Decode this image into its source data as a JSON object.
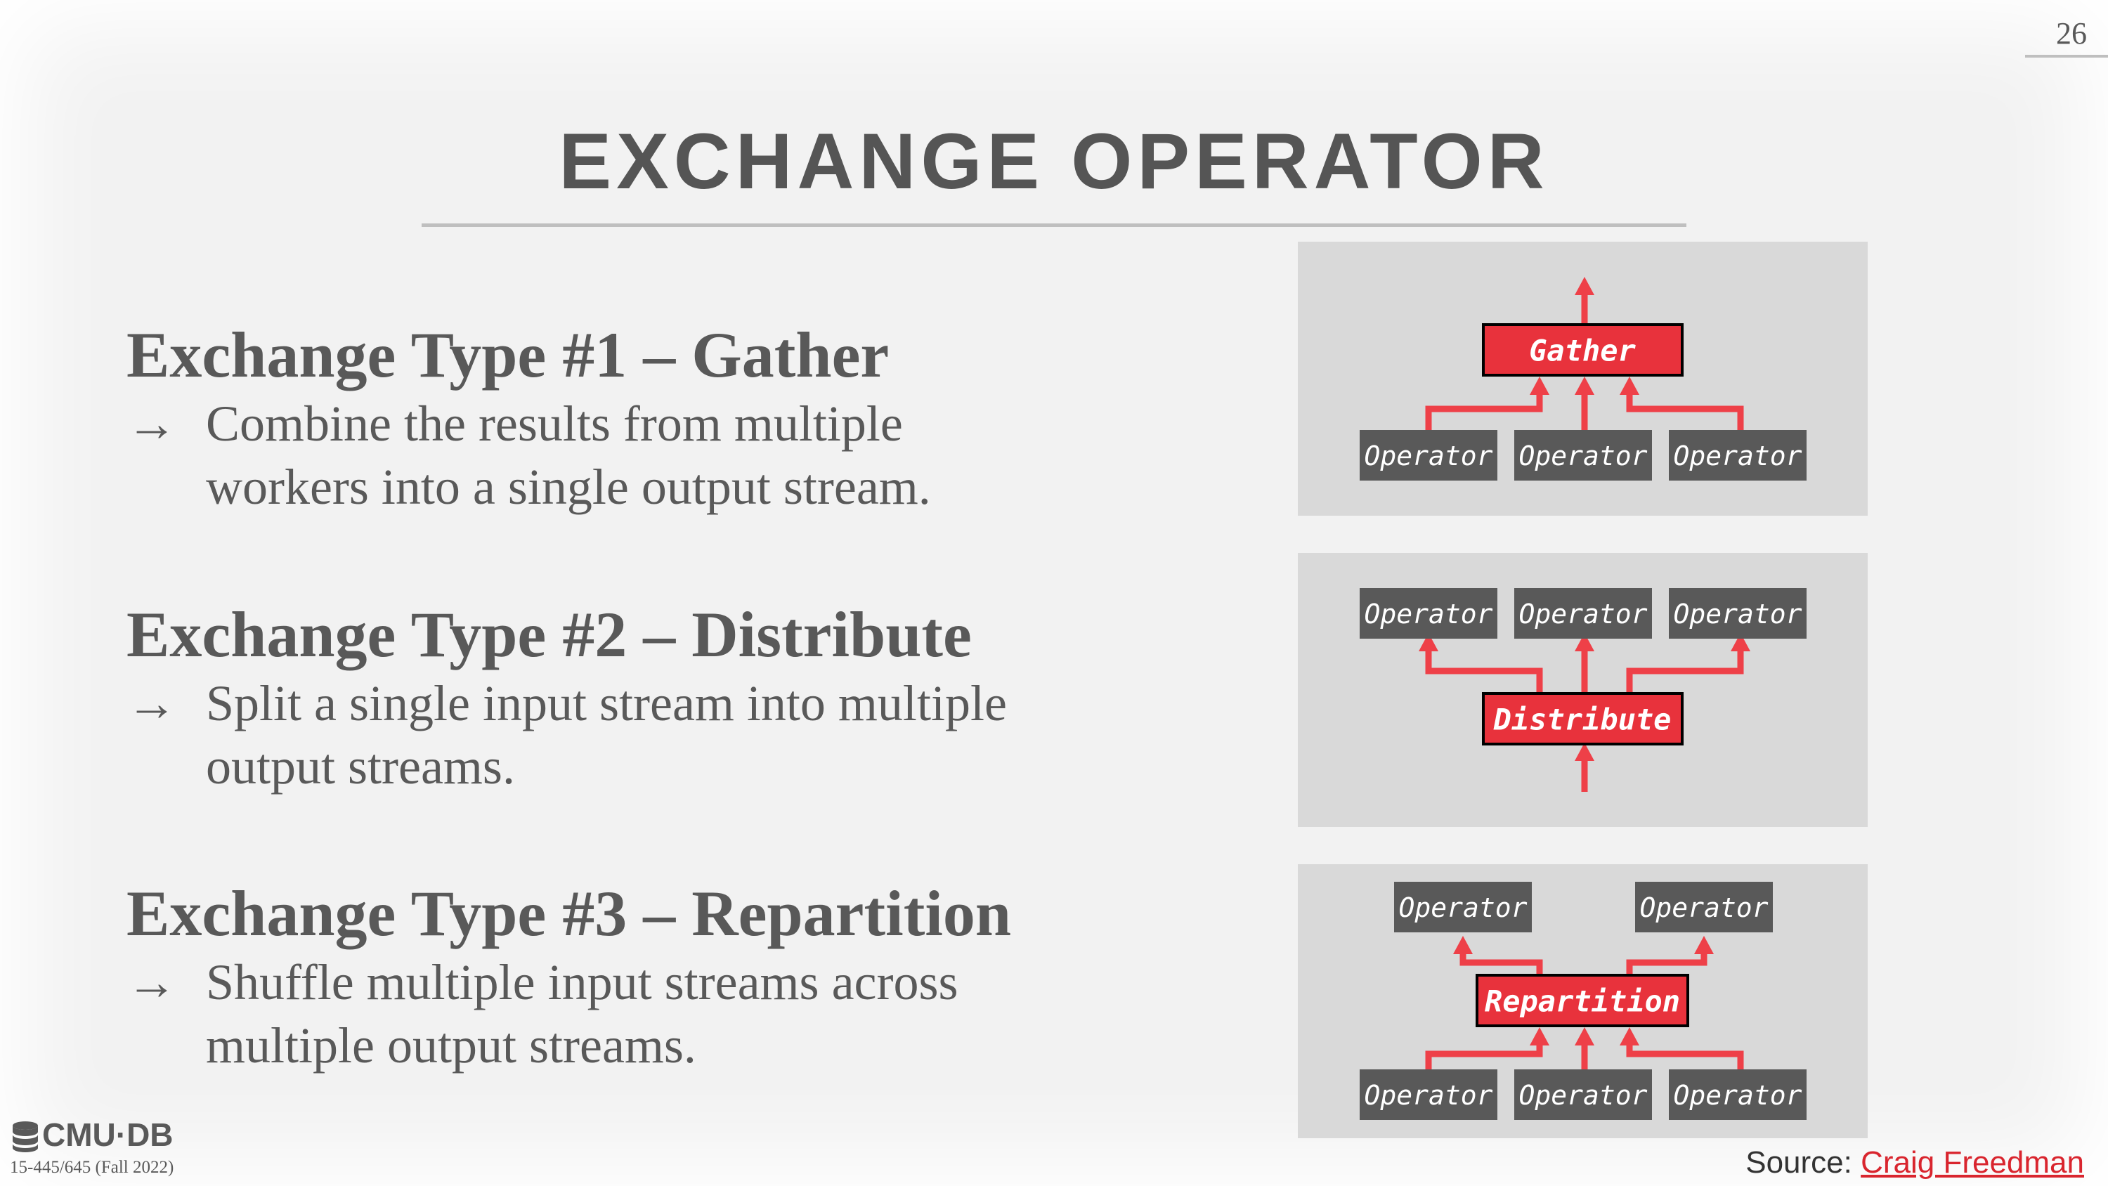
{
  "slide": {
    "page_number": "26",
    "title": "EXCHANGE OPERATOR"
  },
  "sections": [
    {
      "heading": "Exchange Type #1 – Gather",
      "arrow": "→",
      "bullet_lines": [
        "Combine the results from multiple",
        "workers into a single output stream."
      ]
    },
    {
      "heading": "Exchange Type #2 – Distribute",
      "arrow": "→",
      "bullet_lines": [
        "Split a single input stream into multiple",
        "output streams."
      ]
    },
    {
      "heading": "Exchange Type #3 – Repartition",
      "arrow": "→",
      "bullet_lines": [
        "Shuffle multiple input streams across",
        "multiple output streams."
      ]
    }
  ],
  "diagrams": {
    "operator_label": "Operator",
    "gather_label": "Gather",
    "distribute_label": "Distribute",
    "repartition_label": "Repartition"
  },
  "footer": {
    "logo_text": "CMU·DB",
    "course": "15-445/645 (Fall 2022)",
    "source_prefix": "Source: ",
    "source_link": "Craig Freedman"
  },
  "colors": {
    "accent_red": "#e8323c",
    "operator_box": "#595959",
    "panel_bg": "#d9d9d9",
    "text": "#595959"
  }
}
